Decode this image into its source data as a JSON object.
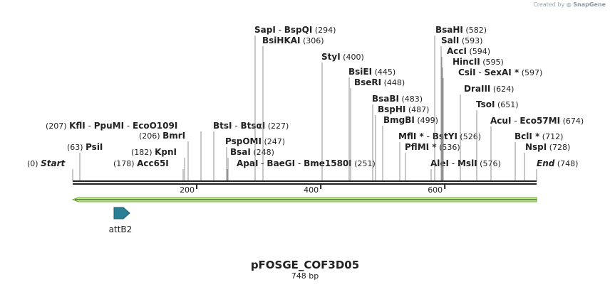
{
  "credit": {
    "prefix": "Created by",
    "brand": "SnapGene"
  },
  "plasmid": {
    "name": "pFOSGE_COF3D05",
    "length_label": "748 bp",
    "length": 748
  },
  "colors": {
    "backbone": "#222222",
    "arrow_fill": "#c8e6a0",
    "arrow_stroke": "#6fb22d",
    "feature": "#2a7f95"
  },
  "ticks": [
    {
      "pos": 200,
      "label": "200"
    },
    {
      "pos": 400,
      "label": "400"
    },
    {
      "pos": 600,
      "label": "600"
    }
  ],
  "feature": {
    "name": "attB2",
    "icon": "feature-arrow-icon"
  },
  "labels": [
    {
      "pre": "(0)",
      "name": "Start",
      "style": "ital",
      "pos": 0
    },
    {
      "pos_text": "(63)",
      "name": "PsiI",
      "pos": 63
    },
    {
      "name": "Acc65I",
      "pos_text": "(178)",
      "pos_first": true,
      "pos": 178
    },
    {
      "pos_text": "(182)",
      "name": "KpnI",
      "pos": 182
    },
    {
      "pos_text": "(206)",
      "name": "BmrI",
      "pos": 206
    },
    {
      "pos_text": "(207)",
      "names": [
        "KflI",
        "PpuMI",
        "EcoO109I"
      ],
      "pos": 207
    },
    {
      "names": [
        "BtsI",
        "BtsαI"
      ],
      "pos_text": "(227)",
      "pos": 227
    },
    {
      "names": [
        "ApaI",
        "BaeGI",
        "Bme1580I"
      ],
      "pos_text": "(251)",
      "pos": 251
    },
    {
      "name": "BsaI",
      "pos_text": "(248)",
      "pos": 248
    },
    {
      "name": "PspOMI",
      "pos_text": "(247)",
      "pos": 247
    },
    {
      "names": [
        "SapI",
        "BspQI"
      ],
      "pos_text": "(294)",
      "pos": 294
    },
    {
      "name": "BsiHKAI",
      "pos_text": "(306)",
      "pos": 306
    },
    {
      "name": "StyI",
      "pos_text": "(400)",
      "pos": 400
    },
    {
      "name": "BsiEI",
      "pos_text": "(445)",
      "pos": 445
    },
    {
      "name": "BseRI",
      "pos_text": "(448)",
      "pos": 448
    },
    {
      "name": "BsaBI",
      "pos_text": "(483)",
      "pos": 483
    },
    {
      "name": "BspHI",
      "pos_text": "(487)",
      "pos": 487
    },
    {
      "name": "BmgBI",
      "pos_text": "(499)",
      "pos": 499
    },
    {
      "names": [
        "MflI *",
        "BstYI"
      ],
      "pos_text": "(526)",
      "pos": 526
    },
    {
      "name": "PflMI *",
      "pos_text": "(536)",
      "pos": 536
    },
    {
      "names": [
        "AleI",
        "MslI"
      ],
      "pos_text": "(576)",
      "pos": 576
    },
    {
      "name": "BsaHI",
      "pos_text": "(582)",
      "pos": 582
    },
    {
      "name": "SalI",
      "pos_text": "(593)",
      "pos": 593
    },
    {
      "name": "AccI",
      "pos_text": "(594)",
      "pos": 594
    },
    {
      "name": "HincII",
      "pos_text": "(595)",
      "pos": 595
    },
    {
      "names": [
        "CsiI",
        "SexAI *"
      ],
      "pos_text": "(597)",
      "pos": 597
    },
    {
      "name": "DraIII",
      "pos_text": "(624)",
      "pos": 624
    },
    {
      "name": "TsoI",
      "pos_text": "(651)",
      "pos": 651
    },
    {
      "names": [
        "AcuI",
        "Eco57MI"
      ],
      "pos_text": "(674)",
      "pos": 674
    },
    {
      "name": "BclI *",
      "pos_text": "(712)",
      "pos": 712
    },
    {
      "name": "NspI",
      "pos_text": "(728)",
      "pos": 728
    },
    {
      "name": "End",
      "style": "ital",
      "pos_text": "(748)",
      "pos": 748
    }
  ]
}
